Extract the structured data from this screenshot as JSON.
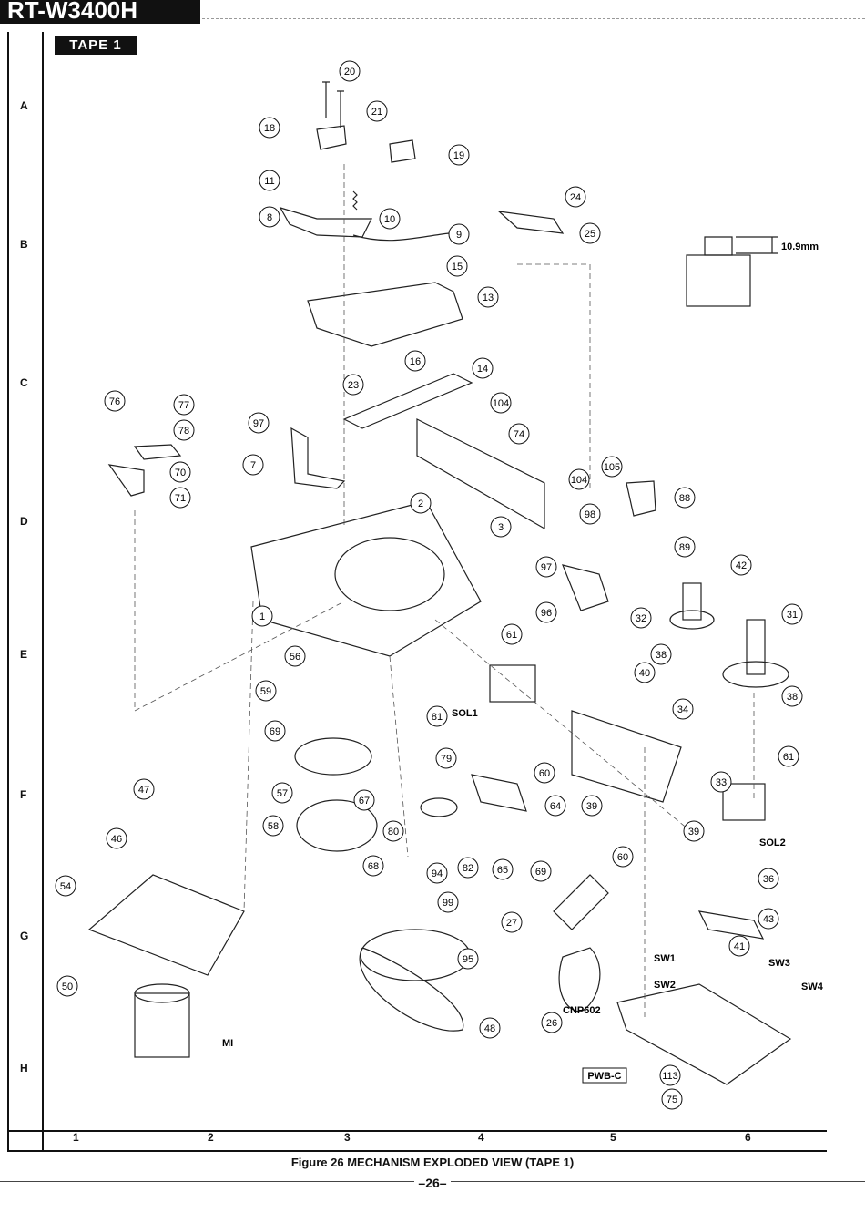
{
  "model": "RT-W3400H",
  "section": "TAPE 1",
  "caption": "Figure 26 MECHANISM EXPLODED VIEW (TAPE 1)",
  "page_number": "–26–",
  "row_labels": [
    "A",
    "B",
    "C",
    "D",
    "E",
    "F",
    "G",
    "H"
  ],
  "column_labels": [
    "1",
    "2",
    "3",
    "4",
    "5",
    "6"
  ],
  "dimension_note": "10.9mm",
  "part_callouts": [
    "20",
    "21",
    "18",
    "19",
    "11",
    "10",
    "8",
    "9",
    "24",
    "25",
    "15",
    "13",
    "16",
    "23",
    "14",
    "76",
    "77",
    "78",
    "97",
    "7",
    "70",
    "71",
    "104",
    "74",
    "2",
    "3",
    "104",
    "105",
    "98",
    "88",
    "97",
    "89",
    "42",
    "1",
    "96",
    "32",
    "31",
    "38",
    "38",
    "56",
    "61",
    "40",
    "59",
    "SOL1",
    "34",
    "69",
    "81",
    "61",
    "79",
    "60",
    "57",
    "33",
    "67",
    "64",
    "39",
    "47",
    "58",
    "80",
    "39",
    "SOL2",
    "60",
    "46",
    "68",
    "94",
    "82",
    "65",
    "69",
    "36",
    "54",
    "99",
    "27",
    "43",
    "50",
    "95",
    "41",
    "SW1",
    "SW3",
    "SW2",
    "SW4",
    "CNP602",
    "MI",
    "48",
    "26",
    "PWB-C",
    "113",
    "75"
  ],
  "labels": {
    "sol1": "SOL1",
    "sol2": "SOL2",
    "sw1": "SW1",
    "sw2": "SW2",
    "sw3": "SW3",
    "sw4": "SW4",
    "cnp602": "CNP602",
    "mi": "MI",
    "pwb": "PWB-C"
  }
}
